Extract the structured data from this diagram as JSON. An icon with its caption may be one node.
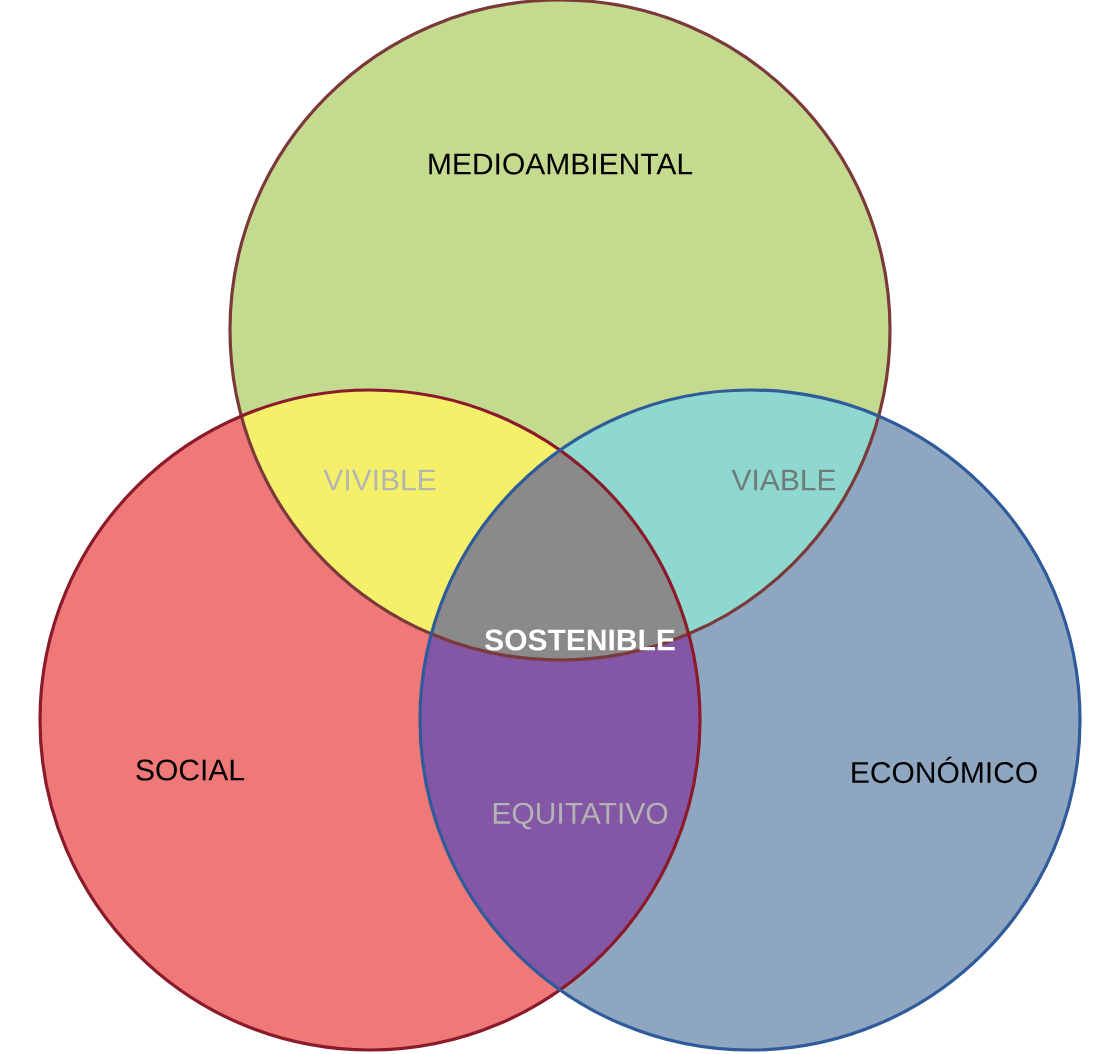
{
  "diagram": {
    "nodes": [
      {
        "text": [
          "MEDIOAMBIENTAL"
        ]
      },
      {
        "text": [
          "SOCIAL"
        ]
      },
      {
        "text": [
          "ECONÓMICO"
        ]
      }
    ],
    "labels": [
      "VIVIBLE",
      "VIABLE",
      "SOSTENIBLE",
      "EQUITATIVO"
    ]
  }
}
